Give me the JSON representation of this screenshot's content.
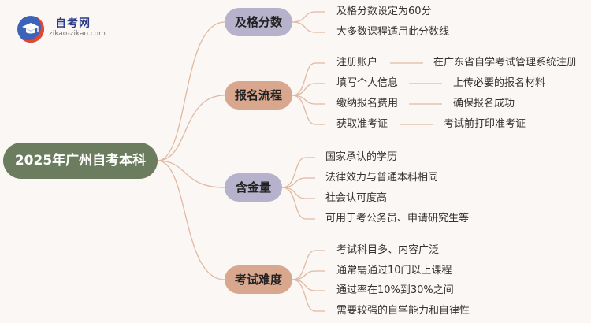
{
  "logo": {
    "title": "自考网",
    "url": "zikao-zikao.com"
  },
  "root": "2025年广州自考本科",
  "colors": {
    "background": "#fbf7f4",
    "root_fill": "#6b7d5e",
    "branch_1_fill": "#b6b2cc",
    "branch_2_fill": "#d9a78e",
    "branch_3_fill": "#b6b2cc",
    "branch_4_fill": "#d9a78e",
    "line": "#e0b9a3"
  },
  "branches": [
    {
      "label": "及格分数",
      "items": [
        {
          "text": "及格分数设定为60分"
        },
        {
          "text": "大多数课程适用此分数线"
        }
      ]
    },
    {
      "label": "报名流程",
      "items": [
        {
          "text": "注册账户",
          "detail": "在广东省自学考试管理系统注册"
        },
        {
          "text": "填写个人信息",
          "detail": "上传必要的报名材料"
        },
        {
          "text": "缴纳报名费用",
          "detail": "确保报名成功"
        },
        {
          "text": "获取准考证",
          "detail": "考试前打印准考证"
        }
      ]
    },
    {
      "label": "含金量",
      "items": [
        {
          "text": "国家承认的学历"
        },
        {
          "text": "法律效力与普通本科相同"
        },
        {
          "text": "社会认可度高"
        },
        {
          "text": "可用于考公务员、申请研究生等"
        }
      ]
    },
    {
      "label": "考试难度",
      "items": [
        {
          "text": "考试科目多、内容广泛"
        },
        {
          "text": "通常需通过10门以上课程"
        },
        {
          "text": "通过率在10%到30%之间"
        },
        {
          "text": "需要较强的自学能力和自律性"
        }
      ]
    }
  ]
}
